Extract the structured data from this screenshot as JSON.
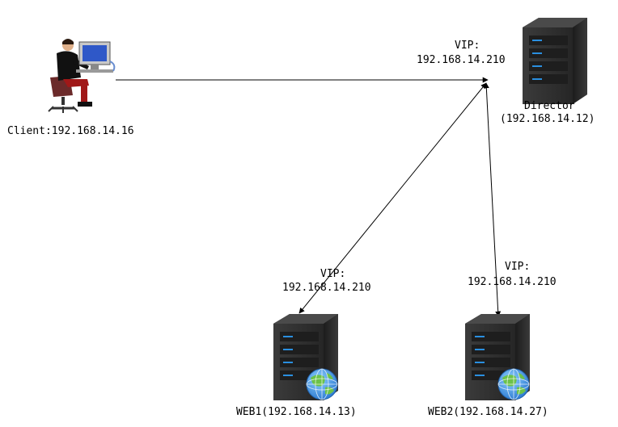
{
  "client": {
    "label": "Client:192.168.14.16"
  },
  "director": {
    "vip_title": "VIP:",
    "vip_address": "192.168.14.210",
    "name": "Director",
    "address": "(192.168.14.12)"
  },
  "web1": {
    "vip_title": "VIP:",
    "vip_address": "192.168.14.210",
    "label": "WEB1(192.168.14.13)"
  },
  "web2": {
    "vip_title": "VIP:",
    "vip_address": "192.168.14.210",
    "label": "WEB2(192.168.14.27)"
  },
  "colors": {
    "server_body": "#2e2e2e",
    "server_led": "#2a8fe0",
    "globe_ocean": "#3a8ee6",
    "globe_land": "#6cc24a",
    "edge": "#000000"
  },
  "icons": {
    "client": "user-at-computer-icon",
    "director": "server-icon",
    "web1": "web-server-globe-icon",
    "web2": "web-server-globe-icon"
  }
}
